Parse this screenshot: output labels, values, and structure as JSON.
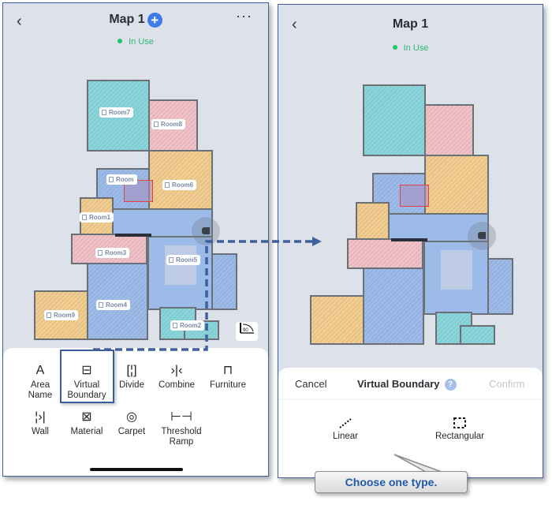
{
  "left": {
    "header": {
      "back_icon": "chevron-left",
      "title": "Map 1",
      "add_icon": "plus-circle",
      "more_icon": "ellipsis"
    },
    "status": "In Use",
    "rooms": [
      "Room7",
      "Room8",
      "Room",
      "Room6",
      "Room1",
      "Room3",
      "Room5",
      "Room4",
      "Room9",
      "Room2"
    ],
    "rotate_label": "90",
    "tools_row1": [
      {
        "icon": "A",
        "label1": "Area",
        "label2": "Name"
      },
      {
        "icon": "⊟",
        "label1": "Virtual",
        "label2": "Boundary"
      },
      {
        "icon": "[¦]",
        "label1": "Divide",
        "label2": ""
      },
      {
        "icon": "›|‹",
        "label1": "Combine",
        "label2": ""
      },
      {
        "icon": "⊓",
        "label1": "Furniture",
        "label2": ""
      }
    ],
    "tools_row2": [
      {
        "icon": "¦›|",
        "label1": "Wall",
        "label2": ""
      },
      {
        "icon": "⊠",
        "label1": "Material",
        "label2": ""
      },
      {
        "icon": "◎",
        "label1": "Carpet",
        "label2": ""
      },
      {
        "icon": "⊢⊣",
        "label1": "Threshold",
        "label2": "Ramp"
      }
    ]
  },
  "right": {
    "header": {
      "back_icon": "chevron-left",
      "title": "Map 1"
    },
    "status": "In Use",
    "sheet": {
      "cancel": "Cancel",
      "title": "Virtual Boundary",
      "help_icon": "?",
      "confirm": "Confirm",
      "types": [
        {
          "icon": "linear-dashed-icon",
          "label": "Linear"
        },
        {
          "icon": "rectangular-dashed-icon",
          "label": "Rectangular"
        }
      ]
    }
  },
  "callout": "Choose one type.",
  "colors": {
    "accent": "#3f7be8",
    "status_green": "#1ec86c",
    "highlight": "#3a5d9e",
    "callout_text": "#1f5aa8",
    "confirm_disabled": "#c4c7cc"
  }
}
